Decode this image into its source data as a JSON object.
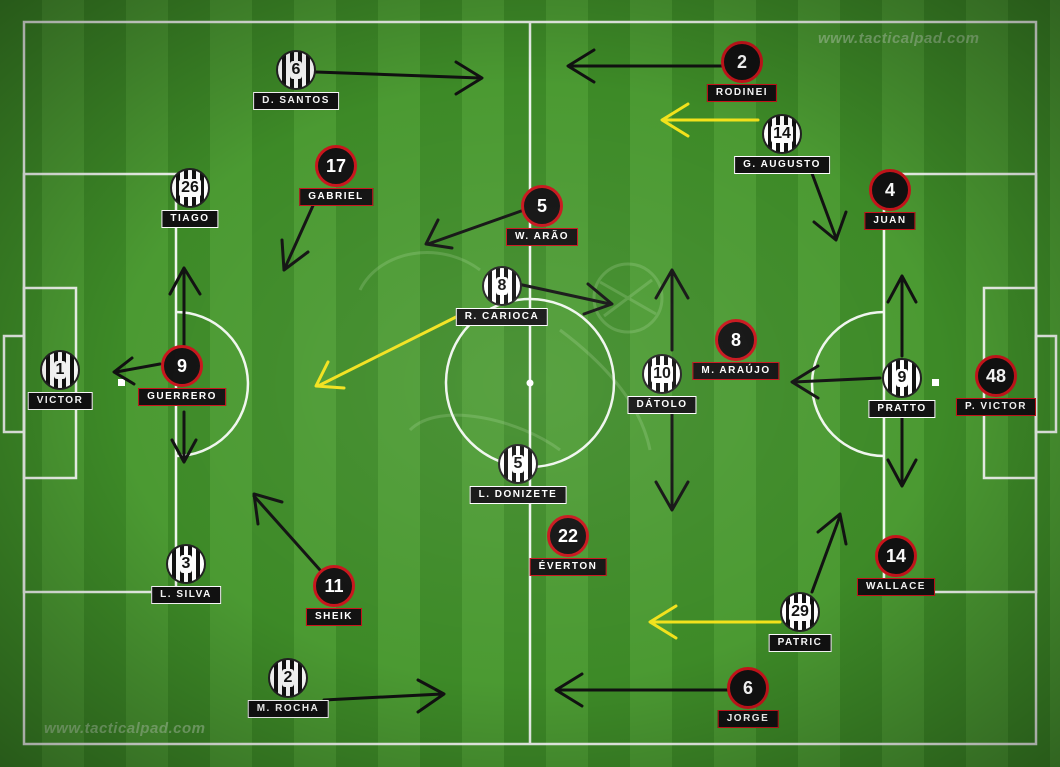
{
  "watermark": {
    "top": "www.tacticalpad.com",
    "bottom": "www.tacticalpad.com"
  },
  "colors": {
    "pitch_light": "#4b9a32",
    "pitch_dark": "#3d8a27",
    "away_badge_border": "#c8141b",
    "arrow_black": "#111111",
    "arrow_yellow": "#f2e21b"
  },
  "players": [
    {
      "name": "D. SANTOS",
      "number": "6",
      "kit": "striped"
    },
    {
      "name": "TIAGO",
      "number": "26",
      "kit": "striped"
    },
    {
      "name": "VICTOR",
      "number": "1",
      "kit": "striped"
    },
    {
      "name": "L. SILVA",
      "number": "3",
      "kit": "striped"
    },
    {
      "name": "M. ROCHA",
      "number": "2",
      "kit": "striped"
    },
    {
      "name": "R. CARIOCA",
      "number": "8",
      "kit": "striped"
    },
    {
      "name": "L. DONIZETE",
      "number": "5",
      "kit": "striped"
    },
    {
      "name": "DÁTOLO",
      "number": "10",
      "kit": "striped"
    },
    {
      "name": "G. AUGUSTO",
      "number": "14",
      "kit": "striped"
    },
    {
      "name": "PRATTO",
      "number": "9",
      "kit": "striped"
    },
    {
      "name": "PATRIC",
      "number": "29",
      "kit": "striped"
    },
    {
      "name": "RODINEI",
      "number": "2",
      "kit": "red"
    },
    {
      "name": "GABRIEL",
      "number": "17",
      "kit": "red"
    },
    {
      "name": "W. ARÃO",
      "number": "5",
      "kit": "red"
    },
    {
      "name": "JUAN",
      "number": "4",
      "kit": "red"
    },
    {
      "name": "GUERRERO",
      "number": "9",
      "kit": "red"
    },
    {
      "name": "M. ARAÚJO",
      "number": "8",
      "kit": "red"
    },
    {
      "name": "P. VICTOR",
      "number": "48",
      "kit": "red"
    },
    {
      "name": "ÉVERTON",
      "number": "22",
      "kit": "red"
    },
    {
      "name": "WALLACE",
      "number": "14",
      "kit": "red"
    },
    {
      "name": "SHEIK",
      "number": "11",
      "kit": "red"
    },
    {
      "name": "JORGE",
      "number": "6",
      "kit": "red"
    }
  ]
}
